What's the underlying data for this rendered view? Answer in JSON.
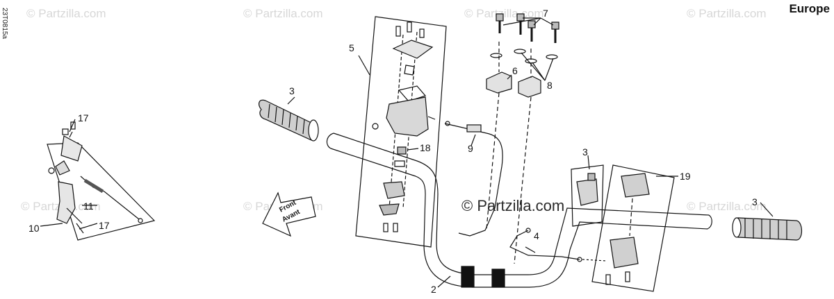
{
  "header": {
    "region": "Europe",
    "diagram_code": "23T0815a"
  },
  "watermarks": {
    "text": "© Partzilla.com",
    "main": "© Partzilla.com"
  },
  "arrow": {
    "line1": "Front",
    "line2": "Avant"
  },
  "callouts": [
    {
      "id": "c17a",
      "text": "17"
    },
    {
      "id": "c10",
      "text": "10"
    },
    {
      "id": "c11",
      "text": "11"
    },
    {
      "id": "c17b",
      "text": "17"
    },
    {
      "id": "c3a",
      "text": "3"
    },
    {
      "id": "c5",
      "text": "5"
    },
    {
      "id": "c18",
      "text": "18"
    },
    {
      "id": "c9",
      "text": "9"
    },
    {
      "id": "c7",
      "text": "7"
    },
    {
      "id": "c6",
      "text": "6"
    },
    {
      "id": "c8",
      "text": "8"
    },
    {
      "id": "c3b",
      "text": "3"
    },
    {
      "id": "c19",
      "text": "19"
    },
    {
      "id": "c3c",
      "text": "3"
    },
    {
      "id": "c4",
      "text": "4"
    },
    {
      "id": "c2",
      "text": "2"
    }
  ]
}
